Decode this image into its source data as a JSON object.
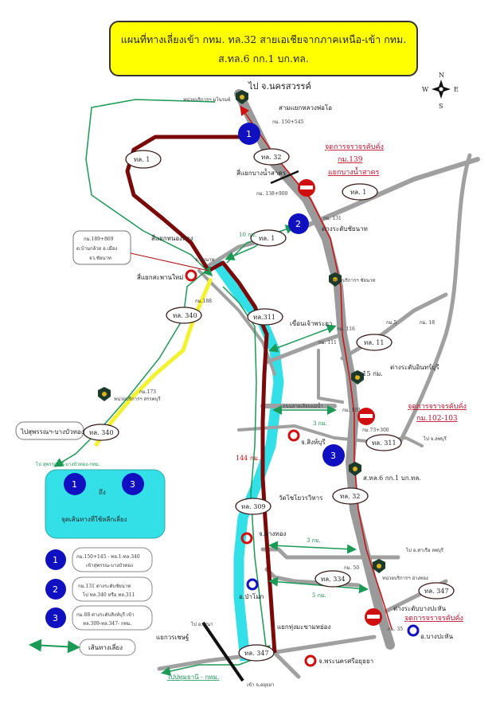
{
  "title": {
    "line1": "แผนที่ทางเลี่ยงเข้า กทม. ทล.32 สายเอเชียจากภาคเหนือ-เข้า กทม.",
    "line2": "ส.ทล.6 กก.1 บก.ทล."
  },
  "compass": {
    "n": "N",
    "s": "S",
    "e": "E",
    "w": "W"
  },
  "colors": {
    "highway": "#a0a0a0",
    "detour": "#7a0a0a",
    "alt_route": "#1a9a55",
    "river": "#33e0e8",
    "road340": "#f2f230",
    "marker": "#1010c0",
    "congestion": "#c8102e"
  },
  "labels": {
    "to_nakhonsawan": "ไป จ.นครสวรรค์",
    "unit_top": "หน่วยบริการฯ มโนรมย์",
    "junction_luangpho": "สามแยกหลวงพ่อโอ",
    "km150": "กม. 150+545",
    "hwy32_top": "ทล. 32",
    "junction_namsakhon": "สี่แยกบางน้ำสาคร",
    "km138": "กม. 138+900",
    "congestion1": "จุดการจราจรคับคั่ง",
    "congestion1_km": "กม.139",
    "congestion1_place": "แยกบางน้ำสาคร",
    "hwy1_right": "ทล. 1",
    "km131": "กม. 131",
    "interchange_chainat": "ต่างระดับชัยนาท",
    "hwy1_left": "ทล. 1",
    "hwy1_top_left": "ทล. 1",
    "dist10": "10 กม.",
    "box_km": "กม.189+869",
    "box_place": "ต.บ้านกล้วย อ.เมือง",
    "box_prov": "จว.ชัยนาท",
    "junction_chainat": "สี่แยกหนองทาง",
    "chainat": "จ.ชัยนาท",
    "junction_saphanmai": "สี่แยกสะพานใหม่",
    "km188": "กม.188",
    "hwy340": "ทล. 340",
    "hwy311": "ทล.311",
    "unit_chainat": "หน่วยบริการฯ ชัยนาท",
    "dam": "เขื่อนเจ้าพระยา",
    "km116": "กม. 116",
    "km111": "กม. 111",
    "hwy11": "ทล. 11",
    "km5": "กม.5",
    "km18": "กม. 18",
    "interchange_inburi": "ต่างระดับอินทร์บุรี",
    "s15": "ส.15 กม.",
    "river_road": "ถนนสายเลียบแม่น้ำ",
    "km103": "กม. 103",
    "congestion2": "จุดการจราจรคับคั่ง",
    "congestion2_km": "กม.102-103",
    "dist3_a": "3 กม.",
    "km73": "กม.73+300",
    "hwy311_b": "ทล. 311",
    "to_lopburi": "ไป จ.ลพบุรี",
    "singburi": "จ.สิงห์บุรี",
    "dist144": "144 กม.",
    "km173": "กม.173",
    "unit_sankhaburi": "หน่วยบริการฯ สรรคบุรี",
    "to_suphan_box": "ไปสุพรรณฯ-บางบัวทอง",
    "hwy340_b": "ทล. 340",
    "to_suphan_arrow": "ไป สุพรรณบุรี-บางบัวทอง-กทม.",
    "station": "ส.ทล.6 กก.1 บก.ทล.",
    "hwy32_mid": "ทล. 32",
    "wat_chaiyo": "วัดไชโยวรวิหาร",
    "hwy309": "ทล. 309",
    "angthong": "จ.อ่างทอง",
    "dist3_b": "3 กม.",
    "to_tharuea": "ไป อ.ท่าเรือ ลพบุรี",
    "km50": "กม. 50",
    "unit_angthong": "หน่วยบริการฯ อ่างทอง",
    "hwy334": "ทล. 334",
    "dist5": "5 กม.",
    "pamok": "อ.ป่าโมก",
    "hwy347_right": "ทล. 347",
    "interchange_bangpahan": "ต่างระดับบางปะหัน",
    "congestion3": "จุดการจราจรคับคั่ง",
    "km35": "กม. 35",
    "bangpahan": "อ.บางปะหัน",
    "junction_thungmakham": "แยกทุ่งมะขามหย่อง",
    "to_sena": "ไป อ.เสนา",
    "junction_worachet": "แยกวรเชษฐ์",
    "hwy347_bottom": "ทล. 347",
    "to_pathum": "ไปปทุมธานี - กทม.",
    "ayutthaya": "จ.พระนครศรีอยุธยา",
    "enter_ayutthaya": "เข้า จ.อยุธยา"
  },
  "markers": [
    "1",
    "2",
    "3"
  ],
  "legend": {
    "range_from": "1",
    "range_to": "3",
    "range_word": "ถึง",
    "range_caption": "จุดเส้นทางที่ใช้หลีกเลี่ยง",
    "items": [
      {
        "num": "1",
        "line1": "กม.150+145 - ทล.1-ทล.340",
        "line2": "เข้าสุพรรณ-บางบัวทอง"
      },
      {
        "num": "2",
        "line1": "กม.131 ต่างระดับชัยนาท",
        "line2": "ไป ทล.340 หรือ ทล.311"
      },
      {
        "num": "3",
        "line1": "กม.88 ต่างระดับสิงห์บุรี เข้า",
        "line2": "ทล.309-ทล.347- กทม."
      }
    ],
    "detour_label": "เส้นทางเลี่ยง"
  }
}
